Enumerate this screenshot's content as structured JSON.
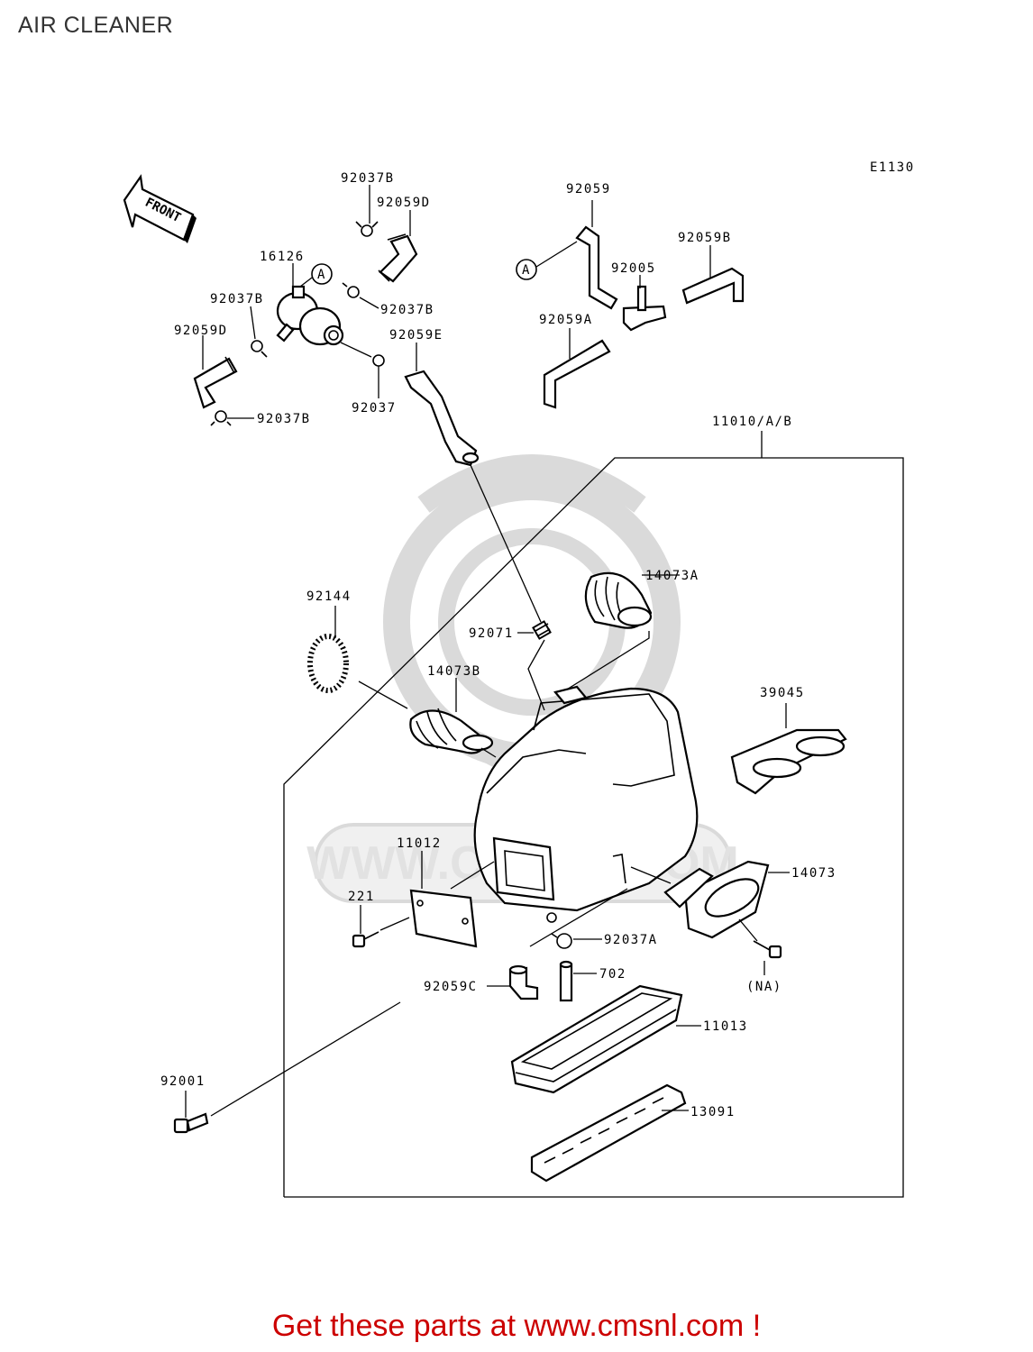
{
  "page": {
    "title": "AIR CLEANER",
    "footer": "Get these parts at www.cmsnl.com !"
  },
  "diagram": {
    "code": "E1130",
    "front_label": "FRONT",
    "ref_marker": "A",
    "watermark_text": "WWW.CMSNL.COM",
    "labels": {
      "p92037B_top": "92037B",
      "p92059D_top": "92059D",
      "p16126": "16126",
      "p92037B_left": "92037B",
      "p92037B_mid": "92037B",
      "p92059D_left": "92059D",
      "p92059E": "92059E",
      "p92037": "92037",
      "p92037B_bottom": "92037B",
      "p92059": "92059",
      "p92059B": "92059B",
      "p92005": "92005",
      "p92059A": "92059A",
      "p11010": "11010/A/B",
      "p14073A": "14073A",
      "p92144": "92144",
      "p92071": "92071",
      "p14073B": "14073B",
      "p39045": "39045",
      "p11012": "11012",
      "p221": "221",
      "p14073": "14073",
      "p92037A": "92037A",
      "p702": "702",
      "p92059C": "92059C",
      "pNA": "(NA)",
      "p11013": "11013",
      "p92001": "92001",
      "p13091": "13091"
    },
    "colors": {
      "line": "#000000",
      "watermark": "#dadada",
      "footer": "#cc0000"
    }
  }
}
